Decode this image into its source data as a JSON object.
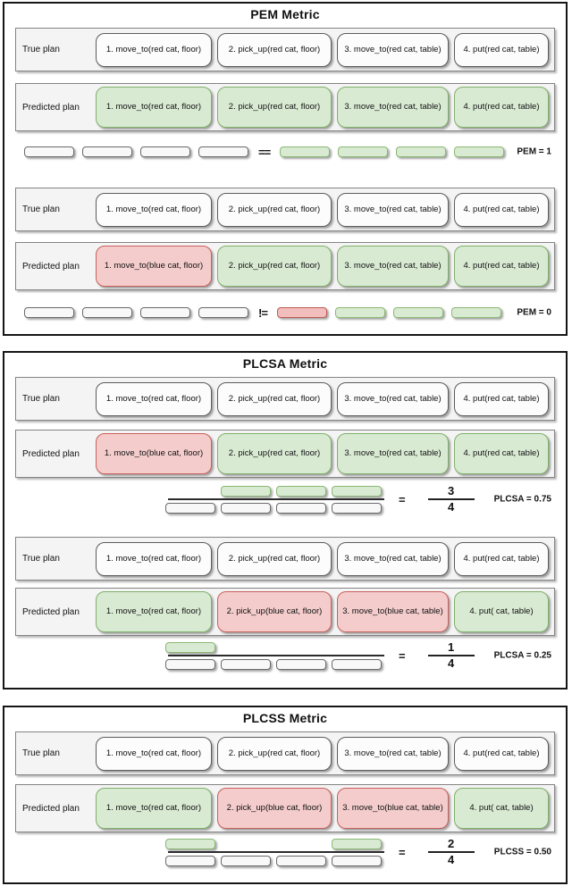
{
  "figure_title": "Plan evaluation metrics diagram",
  "plan_labels": {
    "true_label": "True plan",
    "predicted_label": "Predicted plan"
  },
  "colors": {
    "match_fill": "#d9ead3",
    "match_border": "#7fb069",
    "mismatch_fill": "#f4cccc",
    "mismatch_border": "#c9605b",
    "neutral_fill": "#fcfcfc",
    "neutral_border": "#5c5c5c"
  },
  "sections": [
    {
      "title": "PEM Metric",
      "examples": [
        {
          "true_boxes": [
            {
              "text": "1. move_to(red cat, floor)",
              "color": "gray"
            },
            {
              "text": "2. pick_up(red cat, floor)",
              "color": "gray"
            },
            {
              "text": "3. move_to(red cat, table)",
              "color": "gray"
            },
            {
              "text": "4. put(red cat, table)",
              "color": "gray"
            }
          ],
          "pred_boxes": [
            {
              "text": "1. move_to(red cat, floor)",
              "color": "green"
            },
            {
              "text": "2. pick_up(red cat, floor)",
              "color": "green"
            },
            {
              "text": "3. move_to(red cat, table)",
              "color": "green"
            },
            {
              "text": "4. put(red cat, table)",
              "color": "green"
            }
          ],
          "result": {
            "kind": "compare",
            "operator": "==",
            "label": "PEM = 1",
            "left": [
              "gray",
              "gray",
              "gray",
              "gray"
            ],
            "right": [
              "green",
              "green",
              "green",
              "green"
            ]
          }
        },
        {
          "true_boxes": [
            {
              "text": "1. move_to(red cat, floor)",
              "color": "gray"
            },
            {
              "text": "2. pick_up(red cat, floor)",
              "color": "gray"
            },
            {
              "text": "3. move_to(red cat, table)",
              "color": "gray"
            },
            {
              "text": "4. put(red cat, table)",
              "color": "gray"
            }
          ],
          "pred_boxes": [
            {
              "text": "1. move_to(blue cat, floor)",
              "color": "red"
            },
            {
              "text": "2. pick_up(red cat, floor)",
              "color": "green"
            },
            {
              "text": "3. move_to(red cat, table)",
              "color": "green"
            },
            {
              "text": "4. put(red cat, table)",
              "color": "green"
            }
          ],
          "result": {
            "kind": "compare",
            "operator": "!=",
            "label": "PEM = 0",
            "left": [
              "gray",
              "gray",
              "gray",
              "gray"
            ],
            "right": [
              "red",
              "green",
              "green",
              "green"
            ]
          }
        }
      ]
    },
    {
      "title": "PLCSA Metric",
      "examples": [
        {
          "true_boxes": [
            {
              "text": "1. move_to(red cat, floor)",
              "color": "gray"
            },
            {
              "text": "2. pick_up(red cat, floor)",
              "color": "gray"
            },
            {
              "text": "3. move_to(red cat, table)",
              "color": "gray"
            },
            {
              "text": "4. put(red cat, table)",
              "color": "gray"
            }
          ],
          "pred_boxes": [
            {
              "text": "1. move_to(blue cat, floor)",
              "color": "red"
            },
            {
              "text": "2. pick_up(red cat, floor)",
              "color": "green"
            },
            {
              "text": "3. move_to(red cat, table)",
              "color": "green"
            },
            {
              "text": "4. put(red cat, table)",
              "color": "green"
            }
          ],
          "result": {
            "kind": "fraction",
            "equals": "=",
            "numerator": "3",
            "denominator": "4",
            "label": "PLCSA = 0.75",
            "num_slots": [
              "empty",
              "green",
              "green",
              "green"
            ],
            "den_slots": [
              "gray",
              "gray",
              "gray",
              "gray"
            ]
          }
        },
        {
          "true_boxes": [
            {
              "text": "1. move_to(red cat, floor)",
              "color": "gray"
            },
            {
              "text": "2. pick_up(red cat, floor)",
              "color": "gray"
            },
            {
              "text": "3. move_to(red cat, table)",
              "color": "gray"
            },
            {
              "text": "4. put(red cat, table)",
              "color": "gray"
            }
          ],
          "pred_boxes": [
            {
              "text": "1. move_to(red cat, floor)",
              "color": "green"
            },
            {
              "text": "2. pick_up(blue cat, floor)",
              "color": "red"
            },
            {
              "text": "3. move_to(blue cat, table)",
              "color": "red"
            },
            {
              "text": "4. put( cat, table)",
              "color": "green"
            }
          ],
          "result": {
            "kind": "fraction",
            "equals": "=",
            "numerator": "1",
            "denominator": "4",
            "label": "PLCSA = 0.25",
            "num_slots": [
              "green",
              "empty",
              "empty",
              "empty"
            ],
            "den_slots": [
              "gray",
              "gray",
              "gray",
              "gray"
            ]
          }
        }
      ]
    },
    {
      "title": "PLCSS Metric",
      "examples": [
        {
          "true_boxes": [
            {
              "text": "1. move_to(red cat, floor)",
              "color": "gray"
            },
            {
              "text": "2. pick_up(red cat, floor)",
              "color": "gray"
            },
            {
              "text": "3. move_to(red cat, table)",
              "color": "gray"
            },
            {
              "text": "4. put(red cat, table)",
              "color": "gray"
            }
          ],
          "pred_boxes": [
            {
              "text": "1. move_to(red cat, floor)",
              "color": "green"
            },
            {
              "text": "2. pick_up(blue cat, floor)",
              "color": "red"
            },
            {
              "text": "3. move_to(blue cat, table)",
              "color": "red"
            },
            {
              "text": "4. put( cat, table)",
              "color": "green"
            }
          ],
          "result": {
            "kind": "fraction",
            "equals": "=",
            "numerator": "2",
            "denominator": "4",
            "label": "PLCSS = 0.50",
            "num_slots": [
              "green",
              "empty",
              "empty",
              "green"
            ],
            "den_slots": [
              "gray",
              "gray",
              "gray",
              "gray"
            ]
          }
        }
      ]
    }
  ]
}
